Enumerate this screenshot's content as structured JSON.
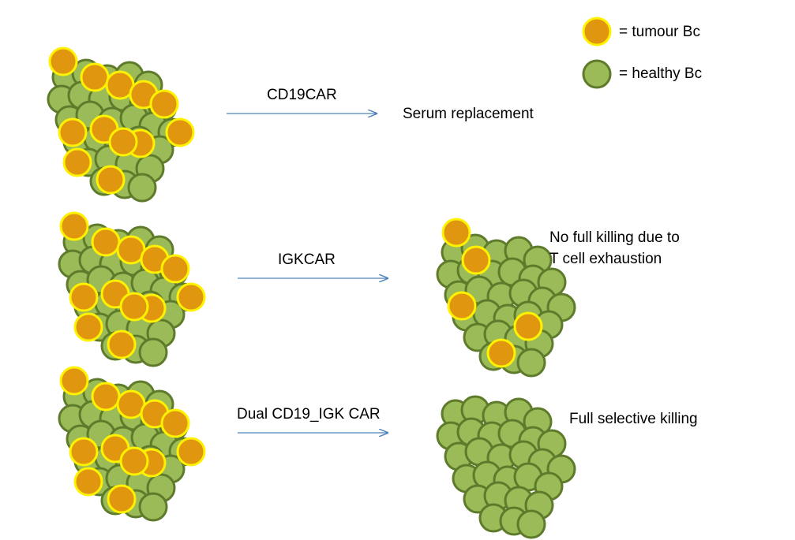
{
  "legend": {
    "tumour_label": "= tumour Bc",
    "healthy_label": "= healthy Bc"
  },
  "colors": {
    "tumour_fill": "#E0960F",
    "tumour_stroke": "#FFF200",
    "healthy_fill": "#9BBB59",
    "healthy_stroke": "#5E7A2B",
    "arrow": "#4F81BD"
  },
  "rows": [
    {
      "arrow_label": "CD19CAR",
      "outcome": [
        "Serum replacement"
      ]
    },
    {
      "arrow_label": "IGKCAR",
      "outcome": [
        "No full killing due to",
        "T cell exhaustion"
      ]
    },
    {
      "arrow_label": "Dual CD19_IGK CAR",
      "outcome": [
        "Full selective killing"
      ]
    }
  ]
}
